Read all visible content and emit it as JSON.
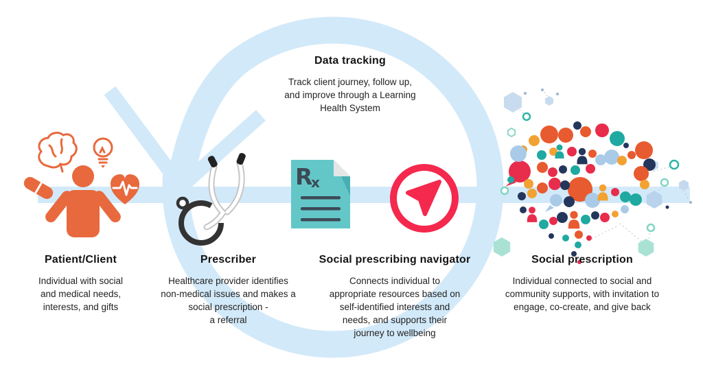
{
  "title": "Social prescribing cycle diagram",
  "palette": {
    "cycle_blue": "#D2E9F9",
    "accent_orange": "#E8693D",
    "doc_teal": "#63C7C8",
    "doc_teal_shadow": "#47AFB2",
    "navigator_pink": "#F4294D",
    "ink": "#1A1A1A",
    "brain_orange": "#E85A2F",
    "brain_crimson": "#E82C4B",
    "brain_teal": "#1FA9A0",
    "brain_navy": "#24365B",
    "brain_amber": "#F2A232",
    "brain_lightblue": "#A9CBE8"
  },
  "icons": {
    "background": "cycle-arrow-icon",
    "patient": "patient-with-gifts-icon",
    "prescriber": "stethoscope-icon",
    "navigator_doc": "rx-document-icon",
    "navigator_compass": "navigation-arrow-icon",
    "prescription": "brain-network-icon"
  },
  "data_tracking": {
    "heading": "Data tracking",
    "body": "Track client journey, follow up,\nand improve through a Learning\nHealth System"
  },
  "rx_document": {
    "r": "R",
    "x": "x"
  },
  "stages": [
    {
      "id": "patient",
      "heading": "Patient/Client",
      "body": "Individual with social\nand medical needs,\ninterests, and gifts"
    },
    {
      "id": "prescriber",
      "heading": "Prescriber",
      "body": "Healthcare provider identifies\nnon-medical issues and makes a\nsocial prescription -\na referral"
    },
    {
      "id": "navigator",
      "heading": "Social prescribing navigator",
      "body": "Connects individual to\nappropriate resources based on\nself-identified interests and\nneeds, and supports their\njourney to wellbeing"
    },
    {
      "id": "prescription",
      "heading": "Social prescription",
      "body": "Individual connected to social and\ncommunity supports, with invitation to\nengage, co-create, and give back"
    }
  ]
}
